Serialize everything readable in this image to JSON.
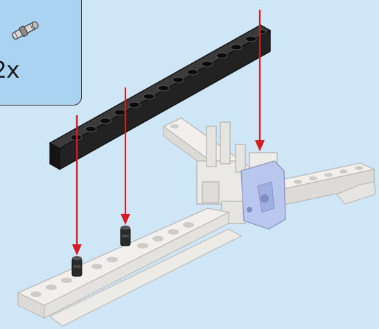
{
  "callout": {
    "parts": [
      {
        "name": "black-connector-pin",
        "quantity": "2x"
      }
    ]
  },
  "colors": {
    "background": "#cfe6f6",
    "callout_fill": "#a9d3f0",
    "beam_black": "#222222",
    "beam_white": "#f1f0ee",
    "assembly_arrow": "#d31c24",
    "highlight_connector": "#b9c7ef"
  },
  "steps": [
    {
      "action": "insert-pins",
      "count": 2,
      "target": "white-beam-front"
    },
    {
      "action": "attach-beam",
      "part": "black-beam",
      "holes": 15
    }
  ]
}
